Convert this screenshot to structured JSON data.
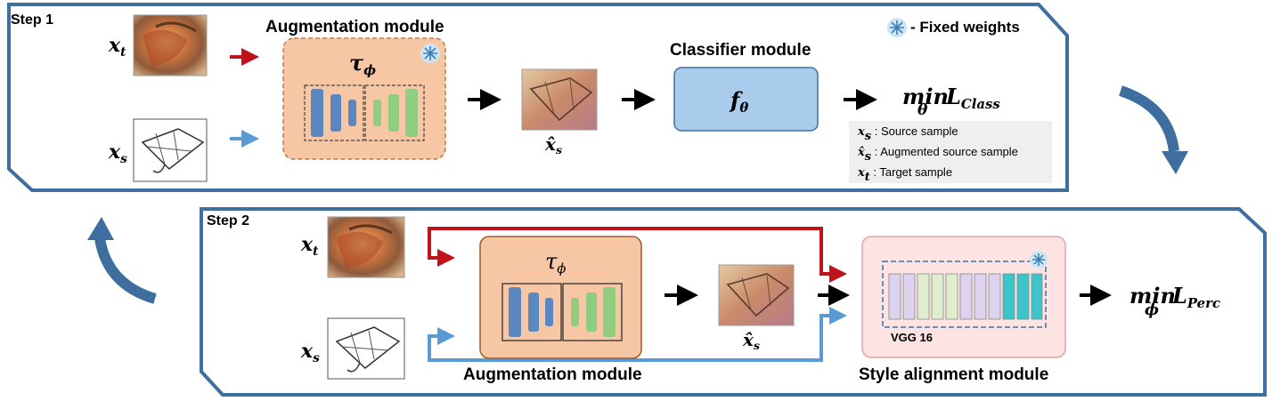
{
  "step1": {
    "label": "Step 1",
    "target_symbol": "x",
    "target_sub": "t",
    "source_symbol": "x",
    "source_sub": "s",
    "augmentation_title": "Augmentation module",
    "tau_symbol": "τ",
    "tau_sub": "ϕ",
    "augmented_symbol": "x̂",
    "augmented_sub": "s",
    "classifier_title": "Classifier module",
    "classifier_symbol": "f",
    "classifier_sub": "θ",
    "objective_min": "min",
    "objective_under": "θ",
    "objective_loss": "L",
    "objective_sub": "Class"
  },
  "fixed_weights_label": "- Fixed weights",
  "legend": [
    {
      "symbol": "x",
      "sub": "s",
      "text": ": Source sample"
    },
    {
      "symbol": "x̂",
      "sub": "s",
      "text": ": Augmented source sample"
    },
    {
      "symbol": "x",
      "sub": "t",
      "text": ": Target sample"
    }
  ],
  "step2": {
    "label": "Step 2",
    "target_symbol": "x",
    "target_sub": "t",
    "source_symbol": "x",
    "source_sub": "s",
    "tau_symbol": "τ",
    "tau_sub": "ϕ",
    "augmentation_title": "Augmentation module",
    "augmented_symbol": "x̂",
    "augmented_sub": "s",
    "vgg_label": "VGG 16",
    "style_title": "Style alignment module",
    "objective_min": "min",
    "objective_under": "ϕ",
    "objective_loss": "L",
    "objective_sub": "Perc"
  },
  "colors": {
    "frame": "#3f6f9f",
    "cycle_arrow": "#3d6e9e",
    "target_arrow": "#c0121b",
    "source_arrow": "#5b9bd5",
    "augment_fill": "#f7c7a5",
    "classifier_fill": "#a9cbec",
    "style_fill": "#fde3e1",
    "bar_blue": "#5a87c0",
    "bar_green": "#8fce7e",
    "vgg_purple": "#ddd3ee",
    "vgg_green": "#dfefcd",
    "vgg_teal": "#3cc5c9"
  }
}
